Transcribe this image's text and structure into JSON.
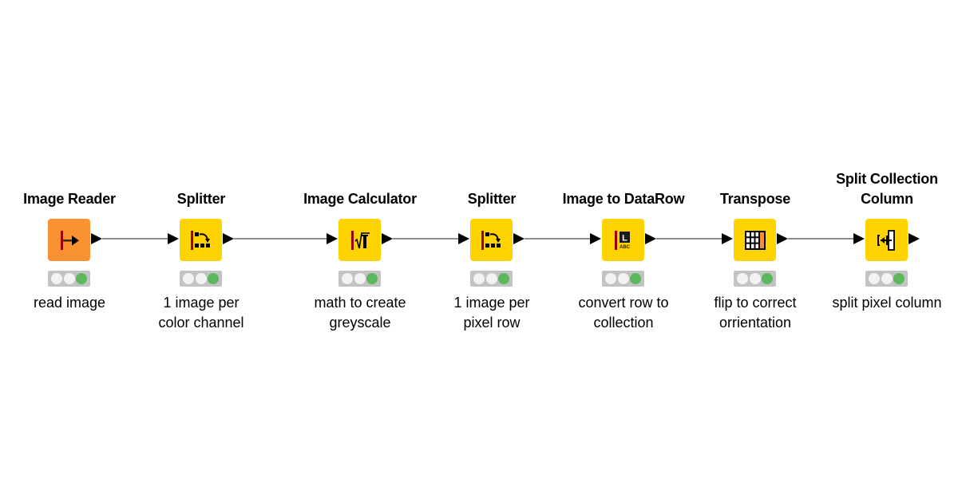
{
  "workflow": {
    "colors": {
      "source_node": "#fb9232",
      "manipulator_node": "#ffd300",
      "connection": "#8f8f8f",
      "status_bar": "#c3c3c3",
      "status_green": "#5cb85c",
      "status_off": "#f2f2f2"
    },
    "nodes": [
      {
        "title": "Image Reader",
        "description": "read image",
        "icon": "image-reader-icon",
        "status": "executed"
      },
      {
        "title": "Splitter",
        "description": "1 image per color channel",
        "desc_lines": [
          "1 image per",
          "color channel"
        ],
        "icon": "splitter-icon",
        "status": "executed"
      },
      {
        "title": "Image Calculator",
        "description": "math to create greyscale",
        "desc_lines": [
          "math to create",
          "greyscale"
        ],
        "icon": "image-calculator-icon",
        "status": "executed"
      },
      {
        "title": "Splitter",
        "description": "1 image per pixel row",
        "desc_lines": [
          "1 image per",
          "pixel row"
        ],
        "icon": "splitter-icon",
        "status": "executed"
      },
      {
        "title": "Image to DataRow",
        "description": "convert row to collection",
        "desc_lines": [
          "convert row to",
          "collection"
        ],
        "icon": "image-to-datarow-icon",
        "status": "executed"
      },
      {
        "title": "Transpose",
        "description": "flip to correct orrientation",
        "desc_lines": [
          "flip to correct",
          "orrientation"
        ],
        "icon": "transpose-icon",
        "status": "executed"
      },
      {
        "title": "Split Collection Column",
        "title_lines": [
          "Split Collection",
          "Column"
        ],
        "description": "split pixel column",
        "icon": "split-collection-column-icon",
        "status": "executed"
      }
    ],
    "icon_labels": {
      "datarow_letter": "L",
      "datarow_abc": "ABC"
    }
  }
}
